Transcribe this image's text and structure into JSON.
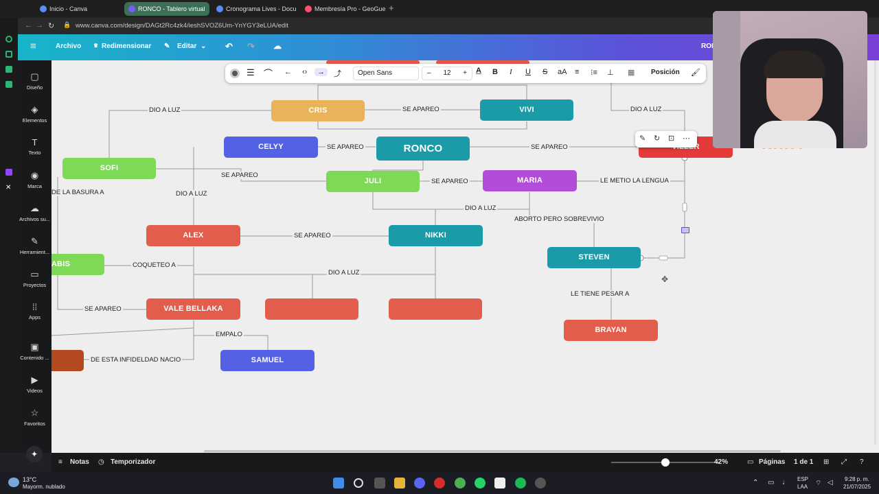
{
  "browser": {
    "tabs": [
      {
        "label": "Inicio - Canva",
        "fav_color": "#5a8bff",
        "active": false
      },
      {
        "label": "RONCO - Tablero virtual",
        "fav_color": "#7b5cff",
        "active": true
      },
      {
        "label": "Cronograma Lives - Docu",
        "fav_color": "#5a8bff",
        "active": false
      },
      {
        "label": "Membresía Pro - GeoGue",
        "fav_color": "#ff4f6d",
        "active": false
      }
    ],
    "new_tab": "+",
    "url": "www.canva.com/design/DAGt2Rc4zk4/ieshSVOZ6Um-YnYGY3eLUA/edit"
  },
  "header": {
    "menu_icon": "≡",
    "archivo": "Archivo",
    "redimensionar": "Redimensionar",
    "editar": "Editar",
    "right_label": "RON"
  },
  "sidebar": {
    "items": [
      {
        "label": "Diseño",
        "icon": "▢"
      },
      {
        "label": "Elementos",
        "icon": "◈"
      },
      {
        "label": "Texto",
        "icon": "T"
      },
      {
        "label": "Marca",
        "icon": "◉"
      },
      {
        "label": "Archivos su...",
        "icon": "☁"
      },
      {
        "label": "Herramient...",
        "icon": "✎"
      },
      {
        "label": "Proyectos",
        "icon": "▭"
      },
      {
        "label": "Apps",
        "icon": "⁞⁞"
      },
      {
        "label": "Contenido ...",
        "icon": "▣"
      },
      {
        "label": "Videos",
        "icon": "▶"
      },
      {
        "label": "Favoritos",
        "icon": "☆"
      }
    ]
  },
  "toolbar": {
    "font": "Open Sans",
    "size_minus": "–",
    "size": "12",
    "size_plus": "+",
    "position": "Posición"
  },
  "nodes": {
    "cris": "CRIS",
    "vivi": "VIVI",
    "celyy": "CELYY",
    "ronco": "RONCO",
    "sofi": "SOFI",
    "juli": "JULI",
    "maria": "MARIA",
    "alex": "ALEX",
    "nikki": "NIKKI",
    "steven": "STEVEN",
    "abis": "ABIS",
    "vale": "VALE BELLAKA",
    "brayan": "BRAYAN",
    "samuel": "SAMUEL",
    "viller": "VILLER",
    "ronco_logo": "RONCO"
  },
  "labels": {
    "dio_a_luz_1": "DIO A LUZ",
    "se_apareo_cris_vivi": "SE APAREO",
    "dio_a_luz_right": "DIO A LUZ",
    "se_apareo_celyy": "SE APAREO",
    "se_apareo_ronco_right": "SE APAREO",
    "se_apareo_sofi": "SE APAREO",
    "basura": "DE LA BASURA A",
    "dio_a_luz_alex": "DIO A LUZ",
    "se_apareo_juli_maria": "SE APAREO",
    "le_metio": "LE METIO LA LENGUA",
    "dio_a_luz_nikki": "DIO A LUZ",
    "aborto": "ABORTO PERO SOBREVIVIO",
    "se_apareo_alex_nikki": "SE APAREO",
    "coqueteo": "COQUETEO A",
    "dio_a_luz_bottom": "DIO A LUZ",
    "le_tiene_pesar": "LE TIENE PESAR A",
    "se_apareo_abis": "SE APAREO",
    "empalo": "EMPALO",
    "infidelidad": "DE ESTA INFIDELDAD NACIO"
  },
  "statusbar": {
    "notas": "Notas",
    "temporizador": "Temporizador",
    "zoom": "42%",
    "zoom_level": 0.42,
    "paginas": "Páginas",
    "page_count": "1 de 1"
  },
  "taskbar": {
    "temp": "13°C",
    "weather": "Mayorm. nublado",
    "lang1": "ESP",
    "lang2": "LAA",
    "time": "9:28 p. m.",
    "date": "21/07/2025"
  }
}
